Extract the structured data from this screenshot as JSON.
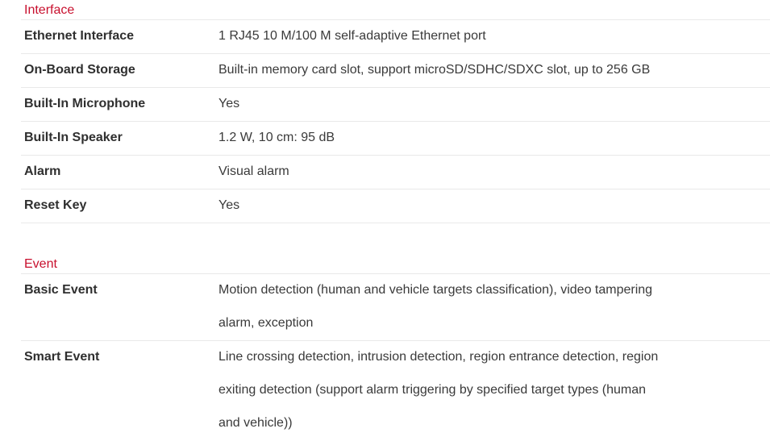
{
  "sections": [
    {
      "title": "Interface",
      "rows": [
        {
          "label": "Ethernet Interface",
          "value": [
            "1 RJ45 10 M/100 M self-adaptive Ethernet port"
          ]
        },
        {
          "label": "On-Board Storage",
          "value": [
            "Built-in memory card slot, support microSD/SDHC/SDXC slot, up to 256 GB"
          ]
        },
        {
          "label": "Built-In Microphone",
          "value": [
            "Yes"
          ]
        },
        {
          "label": "Built-In Speaker",
          "value": [
            "1.2 W, 10 cm: 95 dB"
          ]
        },
        {
          "label": "Alarm",
          "value": [
            "Visual alarm"
          ]
        },
        {
          "label": "Reset Key",
          "value": [
            "Yes"
          ]
        }
      ]
    },
    {
      "title": "Event",
      "rows": [
        {
          "label": "Basic Event",
          "value": [
            "Motion detection (human and vehicle targets classification), video tampering",
            "alarm, exception"
          ]
        },
        {
          "label": "Smart Event",
          "value": [
            "Line crossing detection, intrusion detection, region entrance detection, region",
            "exiting detection (support alarm triggering by specified target types (human",
            "and vehicle))"
          ]
        }
      ]
    }
  ],
  "colors": {
    "section_title": "#c8102e",
    "divider": "#e9e9e9",
    "label_text": "#2f2f2f",
    "value_text": "#3a3a3a"
  }
}
